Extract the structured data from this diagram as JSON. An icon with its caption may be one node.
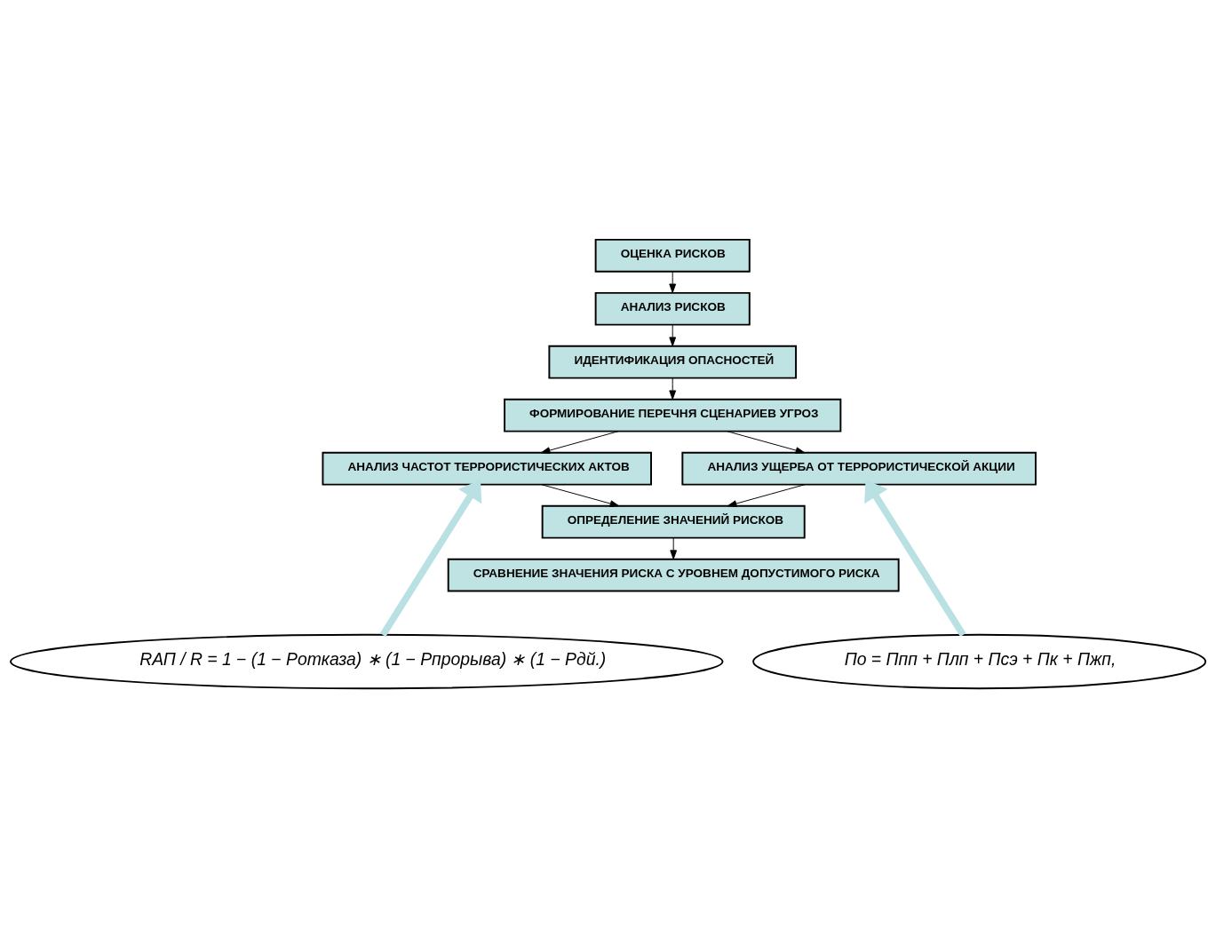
{
  "diagram": {
    "nodes": [
      {
        "text": [
          "ОЦЕНКА РИСКОВ"
        ]
      },
      {
        "text": [
          "АНАЛИЗ РИСКОВ"
        ]
      },
      {
        "text": [
          "ИДЕНТИФИКАЦИЯ ОПАСНОСТЕЙ"
        ]
      },
      {
        "text": [
          "ФОРМИРОВАНИЕ ПЕРЕЧНЯ СЦЕНАРИЕВ УГРОЗ"
        ]
      },
      {
        "text": [
          "АНАЛИЗ ЧАСТОТ ТЕРРОРИСТИЧЕСКИХ АКТОВ"
        ]
      },
      {
        "text": [
          "АНАЛИЗ УЩЕРБА ОТ ТЕРРОРИСТИЧЕСКОЙ АКЦИИ"
        ]
      },
      {
        "text": [
          "ОПРЕДЕЛЕНИЕ ЗНАЧЕНИЙ РИСКОВ"
        ]
      },
      {
        "text": [
          "СРАВНЕНИЕ ЗНАЧЕНИЯ РИСКА С УРОВНЕМ ДОПУСТИМОГО РИСКА"
        ]
      },
      {
        "text": [
          "RАП / R = 1 − (1 − Pотказа) ∗ (1 − Pпрорыва) ∗ (1 − Pдй.)"
        ]
      },
      {
        "text": [
          "По = Ппп + Плп + Псэ + Пк + Пжп,"
        ]
      }
    ],
    "edges": [
      {
        "from": 0,
        "to": 1,
        "arrow": "to"
      },
      {
        "from": 1,
        "to": 2,
        "arrow": "to"
      },
      {
        "from": 2,
        "to": 3,
        "arrow": "to"
      },
      {
        "from": 3,
        "to": 4,
        "arrow": "to"
      },
      {
        "from": 3,
        "to": 5,
        "arrow": "to"
      },
      {
        "from": 4,
        "to": 6,
        "arrow": "to"
      },
      {
        "from": 5,
        "to": 6,
        "arrow": "to"
      },
      {
        "from": 6,
        "to": 7,
        "arrow": "to"
      },
      {
        "from": 8,
        "to": 4,
        "arrow": "to",
        "style": "thick",
        "color": "#b9e0e3"
      },
      {
        "from": 9,
        "to": 5,
        "arrow": "to",
        "style": "thick",
        "color": "#b9e0e3"
      }
    ]
  }
}
